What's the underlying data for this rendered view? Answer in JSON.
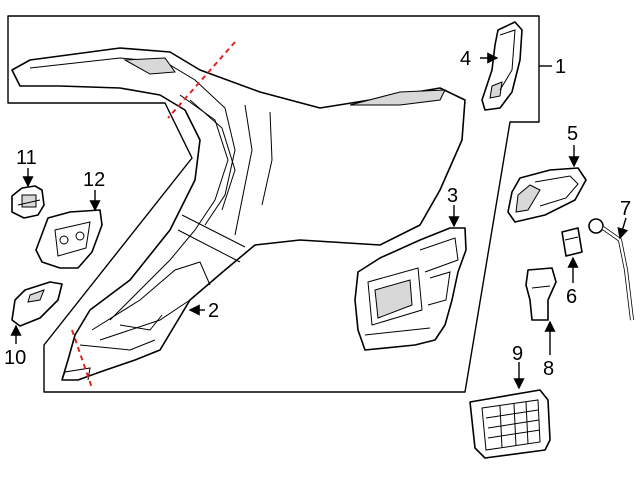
{
  "callouts": {
    "c1": "1",
    "c2": "2",
    "c3": "3",
    "c4": "4",
    "c5": "5",
    "c6": "6",
    "c7": "7",
    "c8": "8",
    "c9": "9",
    "c10": "10",
    "c11": "11",
    "c12": "12"
  },
  "colors": {
    "cut_line": "#e0231e",
    "outline": "#000000",
    "background": "#ffffff"
  }
}
